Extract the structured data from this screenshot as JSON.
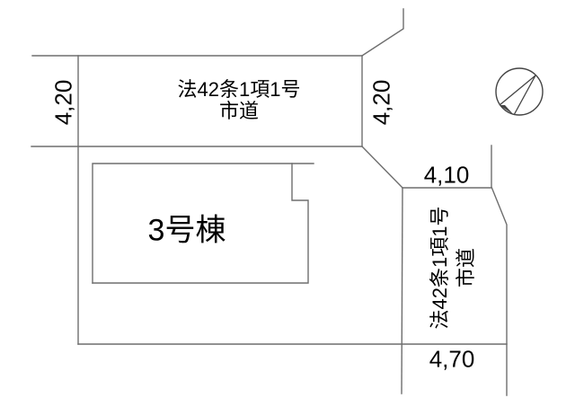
{
  "colors": {
    "background": "#ffffff",
    "plan_line": "#6e6e6e",
    "compass_line": "#444444",
    "text": "#000000"
  },
  "top_road": {
    "name_line1": "法42条1項1号",
    "name_line2": "市道",
    "width_left": "4,20",
    "width_right": "4,20"
  },
  "side_road": {
    "name_line1": "法42条1項1号",
    "name_line2": "市道",
    "width_top": "4,10",
    "width_bottom": "4,70"
  },
  "building": {
    "label": "3号棟"
  },
  "compass": {
    "icon": "north-arrow"
  }
}
